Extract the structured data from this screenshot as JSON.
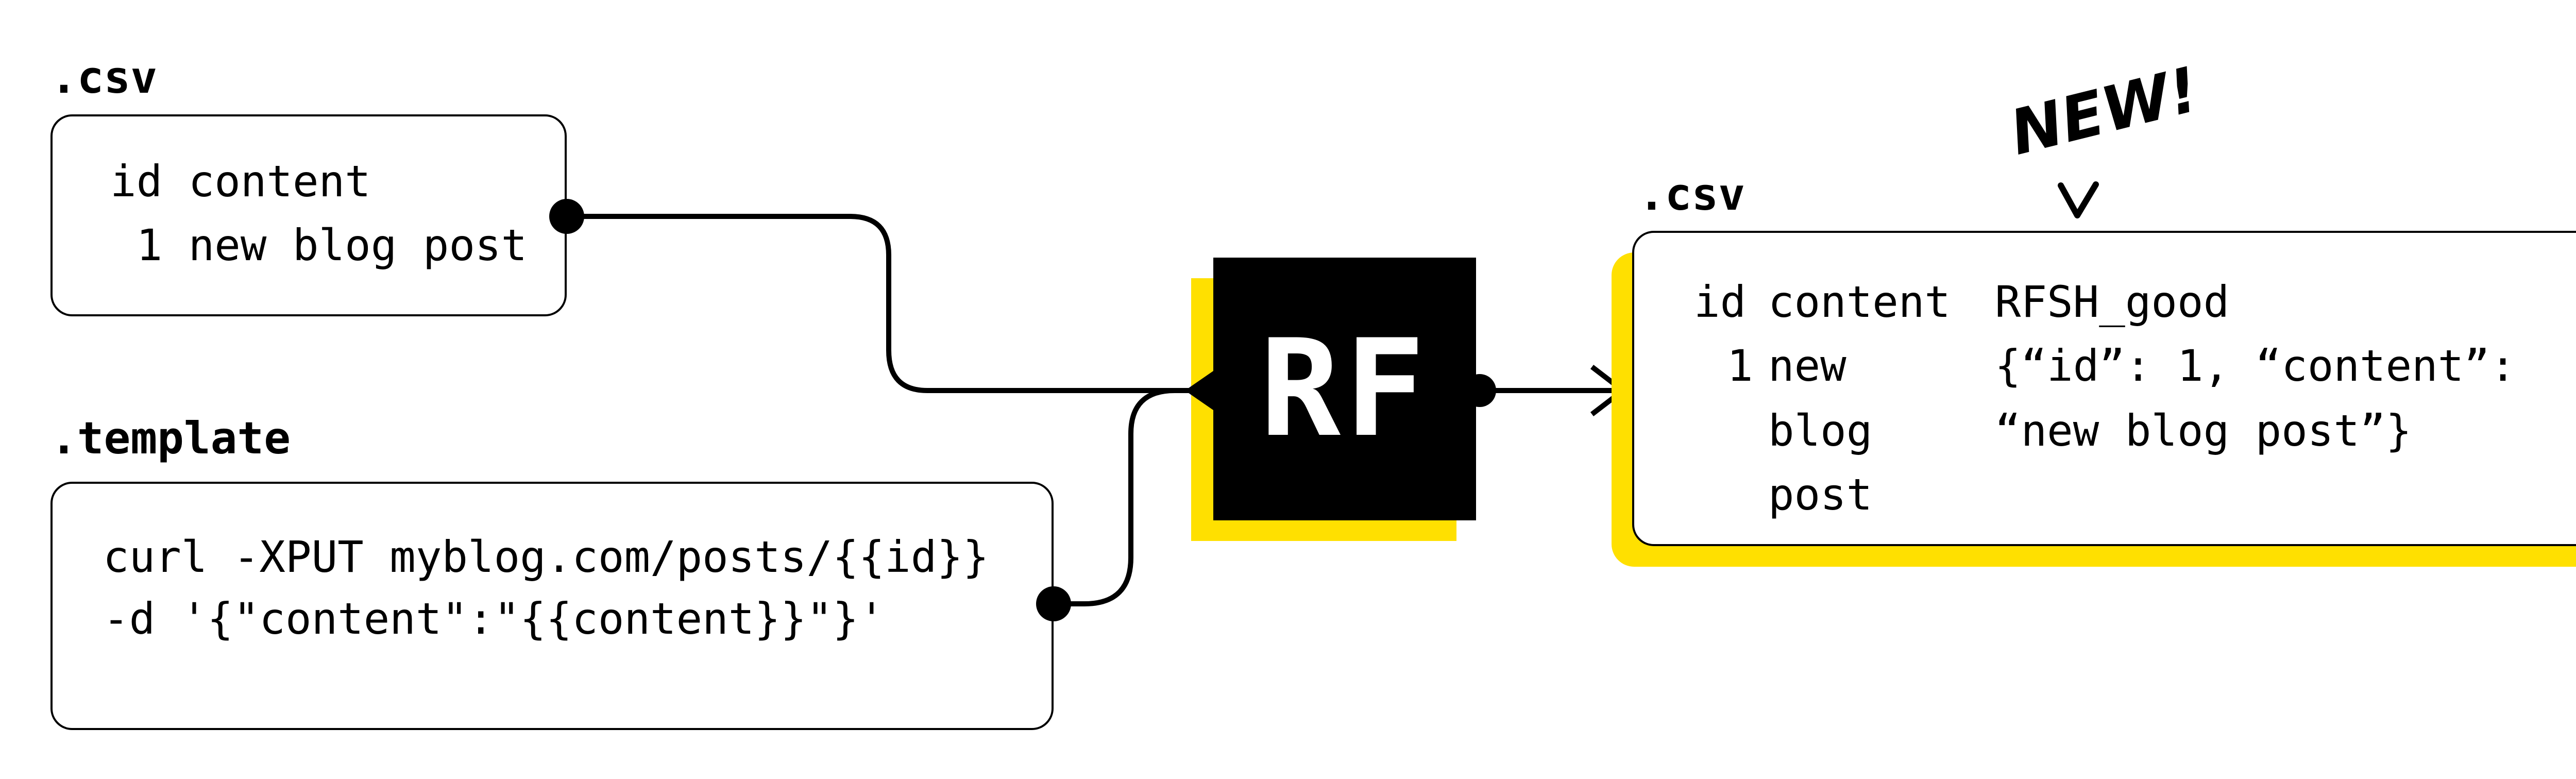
{
  "colors": {
    "accent": "#ffe000",
    "ink": "#000000",
    "paper": "#ffffff"
  },
  "input_csv": {
    "label": ".csv",
    "lines": [
      "id content",
      " 1 new blog post"
    ]
  },
  "template": {
    "label": ".template",
    "lines": [
      "curl -XPUT myblog.com/posts/{{id}}",
      "-d '{\"content\":\"{{content}}\"}'"
    ]
  },
  "processor": {
    "label": "RF"
  },
  "output_csv": {
    "label": ".csv",
    "annotation": "NEW!",
    "col1": [
      "id",
      "1"
    ],
    "col2": [
      "content",
      "new",
      "blog",
      "post"
    ],
    "col3": [
      "RFSH_good",
      "{“id”: 1, “content”:",
      "“new blog post”}"
    ]
  }
}
